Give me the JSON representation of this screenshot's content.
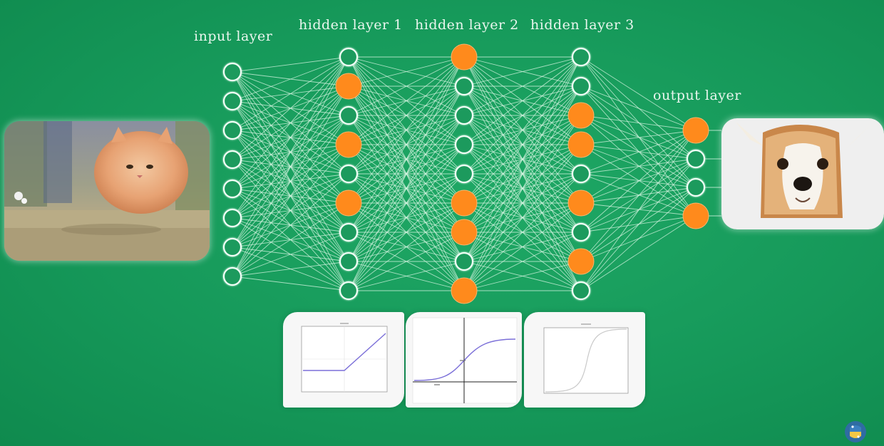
{
  "labels": {
    "input": "input layer",
    "hidden1": "hidden layer 1",
    "hidden2": "hidden layer 2",
    "hidden3": "hidden layer 3",
    "output": "output layer"
  },
  "network": {
    "layers": [
      {
        "name": "input",
        "nodes": 8,
        "active": []
      },
      {
        "name": "hidden1",
        "nodes": 9,
        "active": [
          1,
          3,
          5
        ]
      },
      {
        "name": "hidden2",
        "nodes": 9,
        "active": [
          0,
          5,
          6,
          8
        ]
      },
      {
        "name": "hidden3",
        "nodes": 9,
        "active": [
          2,
          3,
          5,
          7
        ]
      },
      {
        "name": "output",
        "nodes": 4,
        "active": [
          0,
          3
        ]
      }
    ]
  },
  "images": {
    "input_image": "cat-photo",
    "output_image": "dog-photo"
  },
  "activation_plots": [
    "relu-plot",
    "tanh-plot",
    "sigmoid-plot"
  ],
  "colors": {
    "background": "#16995a",
    "active_node": "#ff8a1c",
    "inactive_node": "#1b9a5d",
    "edge": "#d8f5e3"
  }
}
